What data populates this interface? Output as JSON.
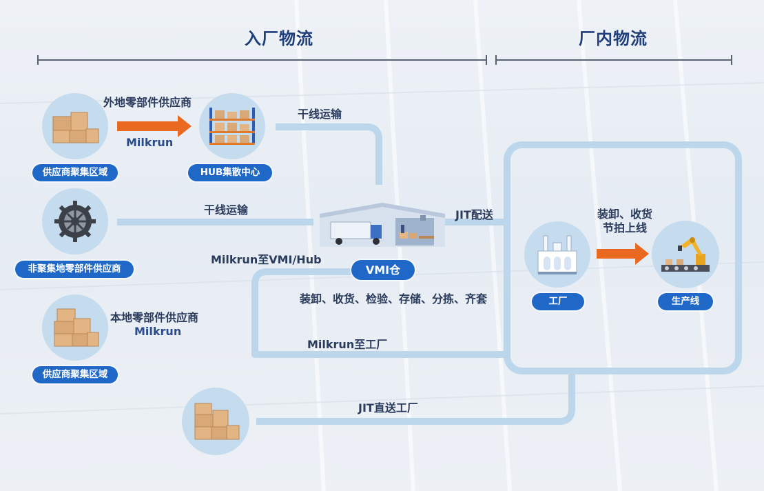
{
  "sections": {
    "inbound": "入厂物流",
    "inplant": "厂内物流"
  },
  "nodes": {
    "supplier_cluster_1": "供应商聚集区域",
    "hub": "HUB集散中心",
    "non_cluster_supplier": "非聚集地零部件供应商",
    "supplier_cluster_2": "供应商聚集区域",
    "vmi": "VMI仓",
    "factory": "工厂",
    "production_line": "生产线"
  },
  "labels": {
    "remote_supplier": "外地零部件供应商",
    "milkrun_1": "Milkrun",
    "trunk_1": "干线运输",
    "trunk_2": "干线运输",
    "milkrun_vmi_hub": "Milkrun至VMI/Hub",
    "local_supplier": "本地零部件供应商",
    "milkrun_local": "Milkrun",
    "milkrun_factory": "Milkrun至工厂",
    "jit_delivery": "JIT配送",
    "vmi_ops": "装卸、收货、检验、存储、分拣、齐套",
    "inplant_ops_1": "装卸、收货",
    "inplant_ops_2": "节拍上线",
    "jit_direct": "JIT直送工厂"
  },
  "colors": {
    "title": "#1f3e79",
    "pill": "#1f68c7",
    "circle": "#c5dcef",
    "flow_line": "#bcd7ec",
    "arrow": "#e8691f"
  },
  "icons": {
    "boxes": "cardboard-boxes-icon",
    "shelf": "storage-rack-icon",
    "gear": "gear-icon",
    "warehouse": "warehouse-truck-icon",
    "factory": "factory-icon",
    "robot": "robot-arm-icon"
  }
}
